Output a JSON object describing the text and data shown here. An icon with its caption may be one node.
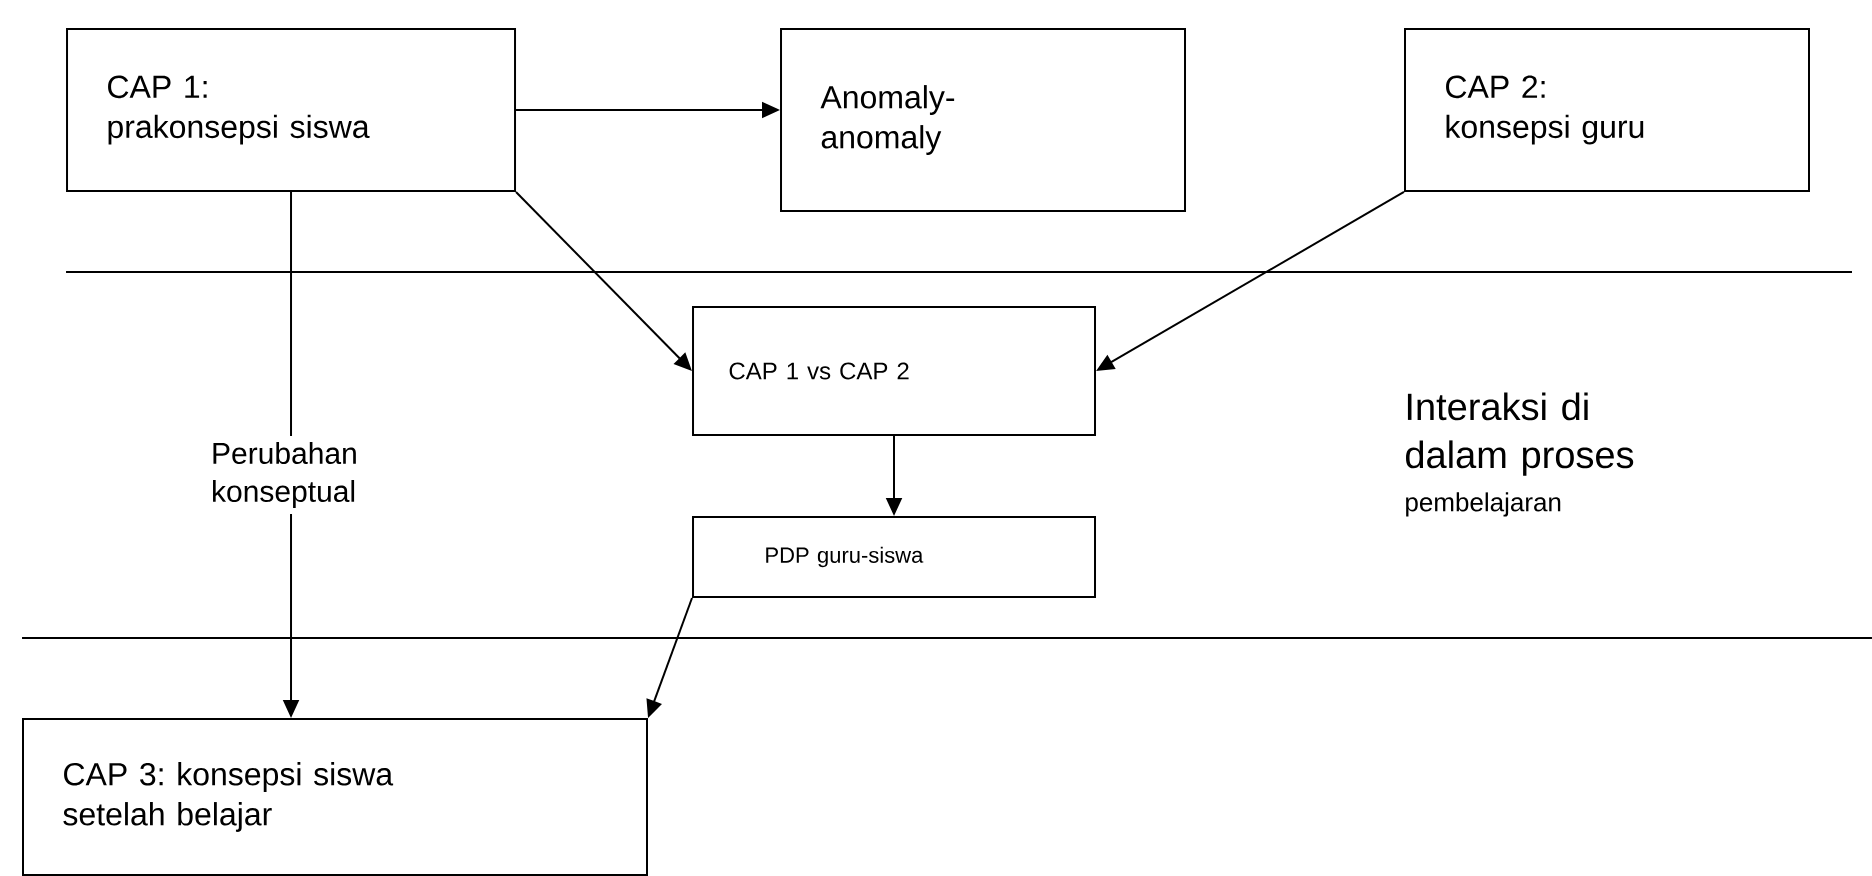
{
  "diagram": {
    "nodes": [
      {
        "text": [
          "CAP 1: prakonsepsi siswa"
        ]
      },
      {
        "text": [
          "Anomaly-anomaly"
        ]
      },
      {
        "text": [
          "CAP 2: konsepsi guru"
        ]
      },
      {
        "text": [
          "CAP 1 vs CAP 2"
        ]
      },
      {
        "text": [
          "PDP guru-siswa"
        ]
      },
      {
        "text": [
          "CAP 3: konsepsi siswa setelah belajar"
        ]
      }
    ],
    "edges": [
      {
        "from": 0,
        "to": 1,
        "arrow": "to"
      },
      {
        "from": 0,
        "to": 3,
        "arrow": "to"
      },
      {
        "from": 2,
        "to": 3,
        "arrow": "to"
      },
      {
        "from": 0,
        "to": 5,
        "arrow": "to",
        "label": "Perubahan konseptual"
      },
      {
        "from": 3,
        "to": 4,
        "arrow": "to"
      },
      {
        "from": 4,
        "to": 5,
        "arrow": "to"
      }
    ],
    "labels": [
      "Interaksi di dalam proses",
      "pembelajaran"
    ]
  }
}
